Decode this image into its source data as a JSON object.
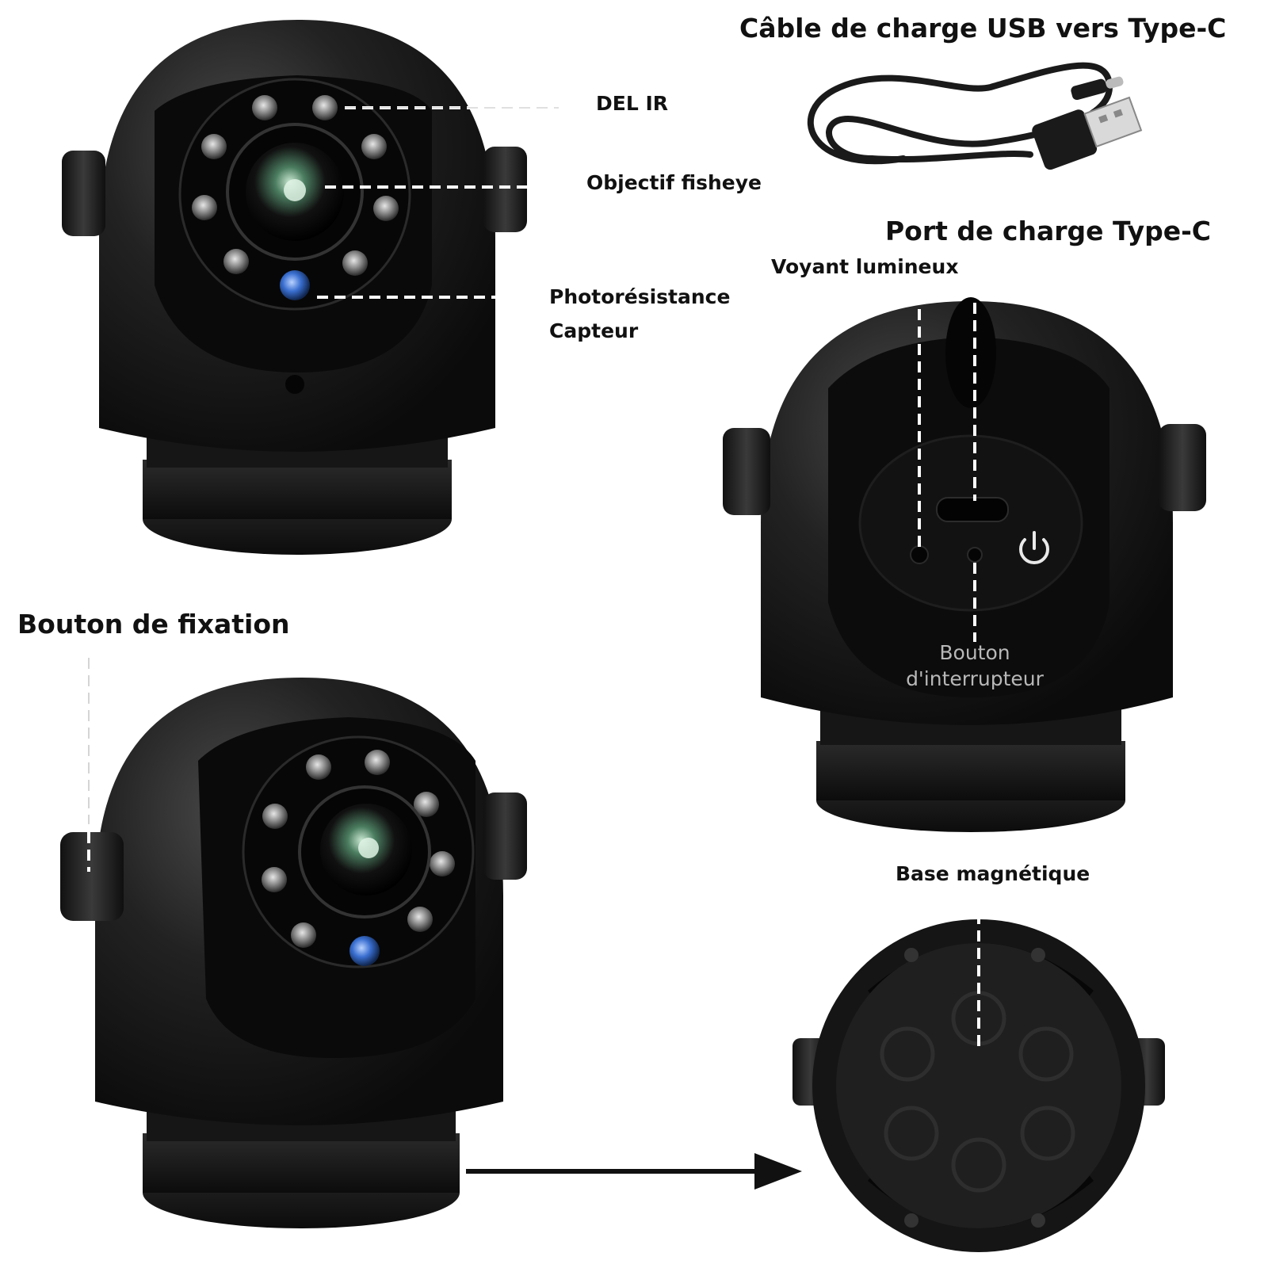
{
  "labels": {
    "ir_led": "DEL IR",
    "fisheye": "Objectif fisheye",
    "photo_line1": "Photorésistance",
    "photo_line2": "Capteur",
    "cable_title": "Câble de charge USB vers Type-C",
    "port_title": "Port de charge Type-C",
    "indicator": "Voyant lumineux",
    "switch_line1": "Bouton",
    "switch_line2": "d'interrupteur",
    "mount_knob": "Bouton de fixation",
    "magnetic_base": "Base magnétique"
  },
  "colors": {
    "background": "#ffffff",
    "camera_body": "#1c1c1c",
    "lens_ring": "#0d0d0d",
    "callout_line": "#ffffff",
    "sensor_blue": "#3a6fd0"
  }
}
